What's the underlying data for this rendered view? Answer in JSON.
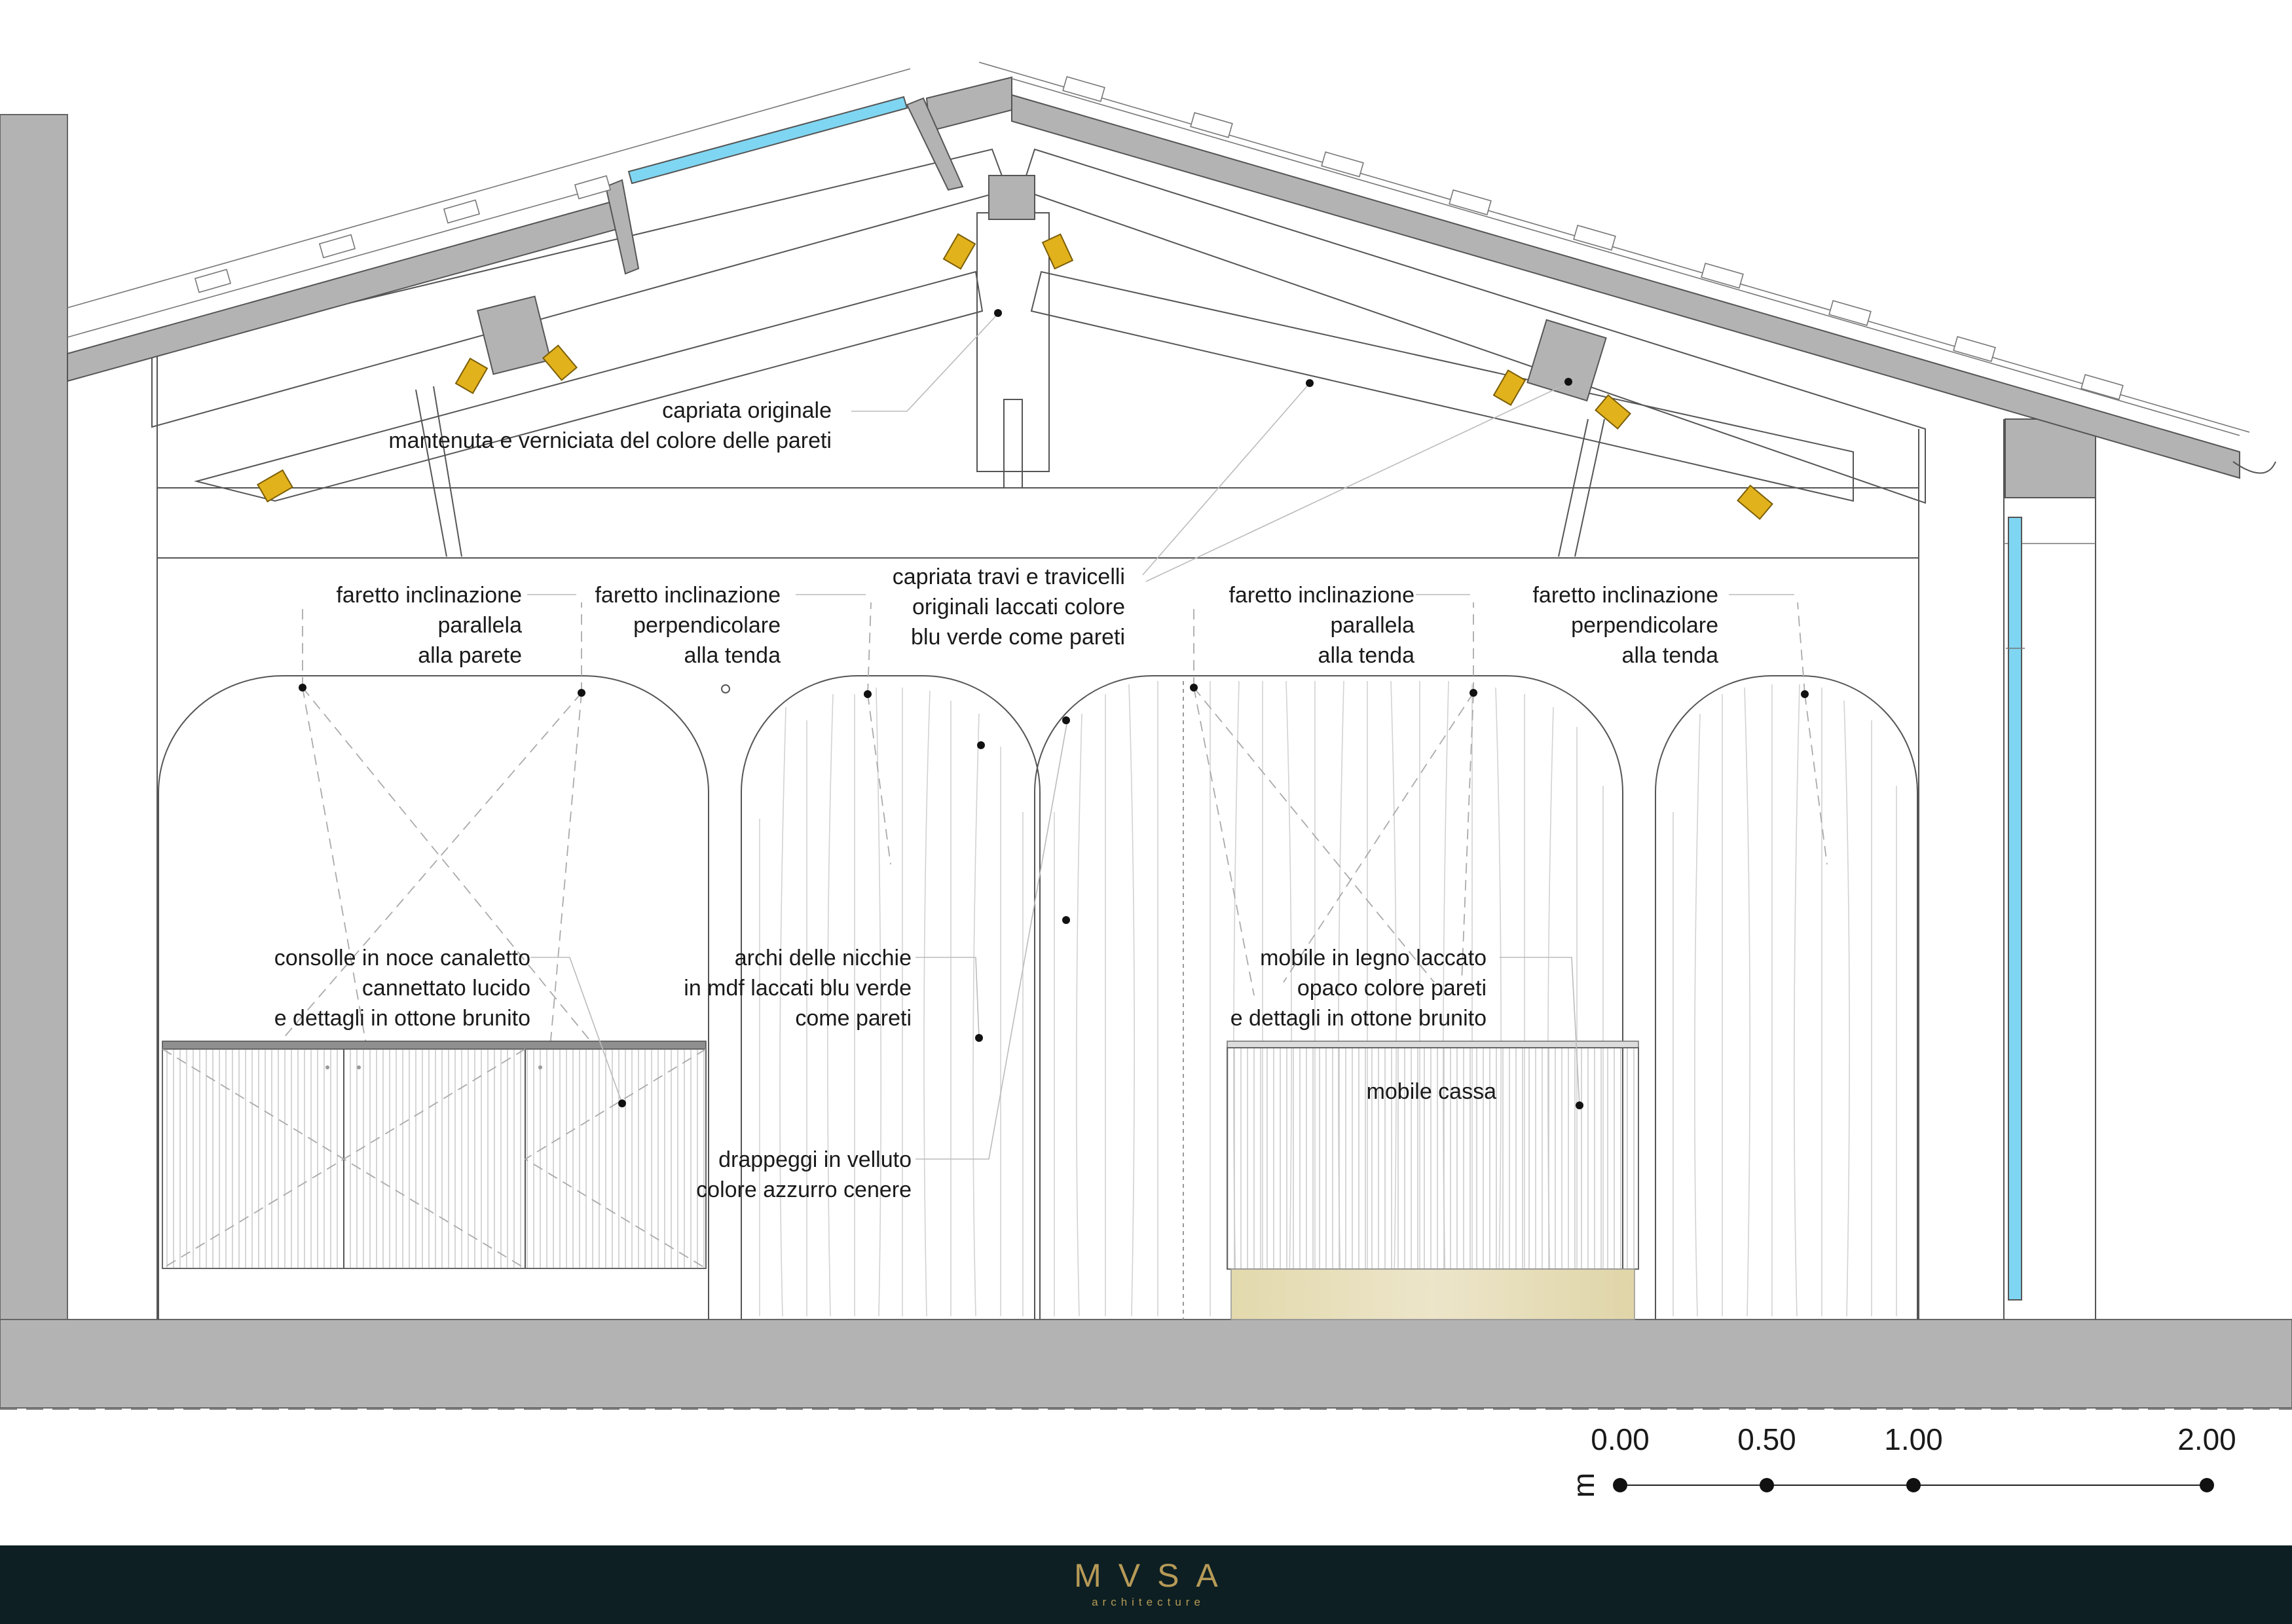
{
  "annotations": {
    "capriata_originale": [
      "capriata originale",
      "mantenuta e verniciata del colore delle pareti"
    ],
    "capriata_travi": [
      "capriata travi e travicelli",
      "originali laccati colore",
      "blu verde come pareti"
    ],
    "faretto_1": [
      "faretto inclinazione",
      "parallela",
      "alla parete"
    ],
    "faretto_2": [
      "faretto inclinazione",
      "perpendicolare",
      "alla tenda"
    ],
    "faretto_3": [
      "faretto inclinazione",
      "parallela",
      "alla tenda"
    ],
    "faretto_4": [
      "faretto inclinazione",
      "perpendicolare",
      "alla tenda"
    ],
    "consolle": [
      "consolle in noce canaletto",
      "cannettato lucido",
      "e dettagli in ottone brunito"
    ],
    "archi": [
      "archi delle nicchie",
      "in mdf laccati blu verde",
      "come pareti"
    ],
    "drappeggi": [
      "drappeggi in velluto",
      "colore azzurro cenere"
    ],
    "mobile_legno": [
      "mobile in legno laccato",
      "opaco colore pareti",
      "e dettagli in ottone brunito"
    ],
    "mobile_cassa": [
      "mobile cassa"
    ]
  },
  "scale_bar": {
    "unit": "m",
    "ticks": [
      "0.00",
      "0.50",
      "1.00",
      "2.00"
    ],
    "values": [
      0,
      0.5,
      1,
      2
    ]
  },
  "footer": {
    "logo_mark": "MVSA",
    "logo_sub": "architecture"
  },
  "colors": {
    "roof_gray": "#b3b3b3",
    "window_blue": "#7fd6f2",
    "spotlight_gold": "#e2b21c",
    "brass": "#dcd3b0",
    "footer_bg": "#0d1f22",
    "logo_gold": "#b69a57"
  }
}
